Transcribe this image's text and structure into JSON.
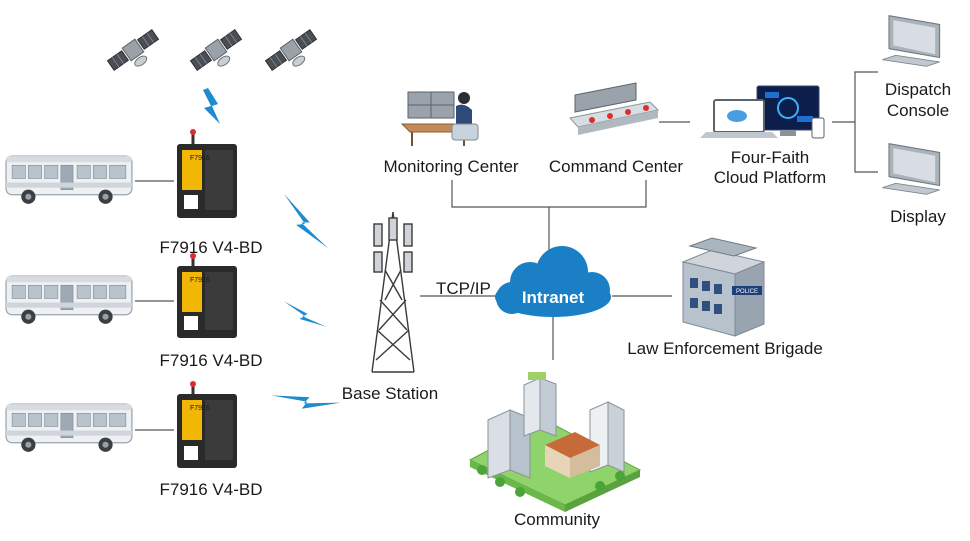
{
  "devices": [
    {
      "label": "F7916 V4-BD",
      "screen_text": "F7916"
    },
    {
      "label": "F7916 V4-BD",
      "screen_text": "F7916"
    },
    {
      "label": "F7916 V4-BD",
      "screen_text": "F7916"
    }
  ],
  "nodes": {
    "base_station": "Base Station",
    "protocol": "TCP/IP",
    "intranet": "Intranet",
    "monitoring_center": "Monitoring Center",
    "command_center": "Command Center",
    "cloud_platform_line1": "Four-Faith",
    "cloud_platform_line2": "Cloud Platform",
    "dispatch_console_line1": "Dispatch",
    "dispatch_console_line2": "Console",
    "display": "Display",
    "law_enforcement": "Law Enforcement Brigade",
    "police_sign": "POLICE",
    "community": "Community"
  },
  "colors": {
    "line": "#555555",
    "signal": "#1e8bd0",
    "cloud": "#1a7fc4",
    "device": "#2a2a2a",
    "device_label": "#f2b705",
    "bus": "#e9ecef",
    "tower": "#3a3a3a",
    "grass": "#8fd46a"
  }
}
